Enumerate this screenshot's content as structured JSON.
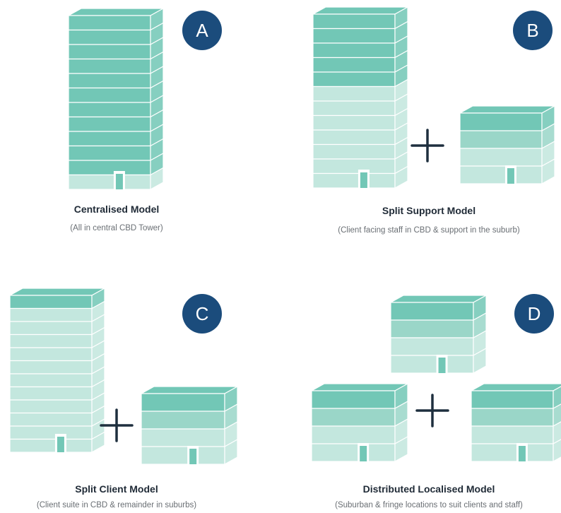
{
  "panels": [
    {
      "badge": "A",
      "title": "Centralised Model",
      "subtitle": "(All in central CBD Tower)"
    },
    {
      "badge": "B",
      "title": "Split Support Model",
      "subtitle": "(Client facing staff in CBD & support in the suburb)"
    },
    {
      "badge": "C",
      "title": "Split Client Model",
      "subtitle": "(Client suite in CBD & remainder in suburbs)"
    },
    {
      "badge": "D",
      "title": "Distributed Localised Model",
      "subtitle": "(Suburban & fringe locations to suit clients and staff)"
    }
  ],
  "colors": {
    "badge": "#1b4c7c",
    "plus": "#1e2f3e",
    "building_dark": "#72c7b6",
    "building_mid": "#9ad6c8",
    "building_light": "#c3e7de",
    "building_line": "#ffffff"
  },
  "icons": [
    "building-icon",
    "plus-icon",
    "door-icon"
  ]
}
